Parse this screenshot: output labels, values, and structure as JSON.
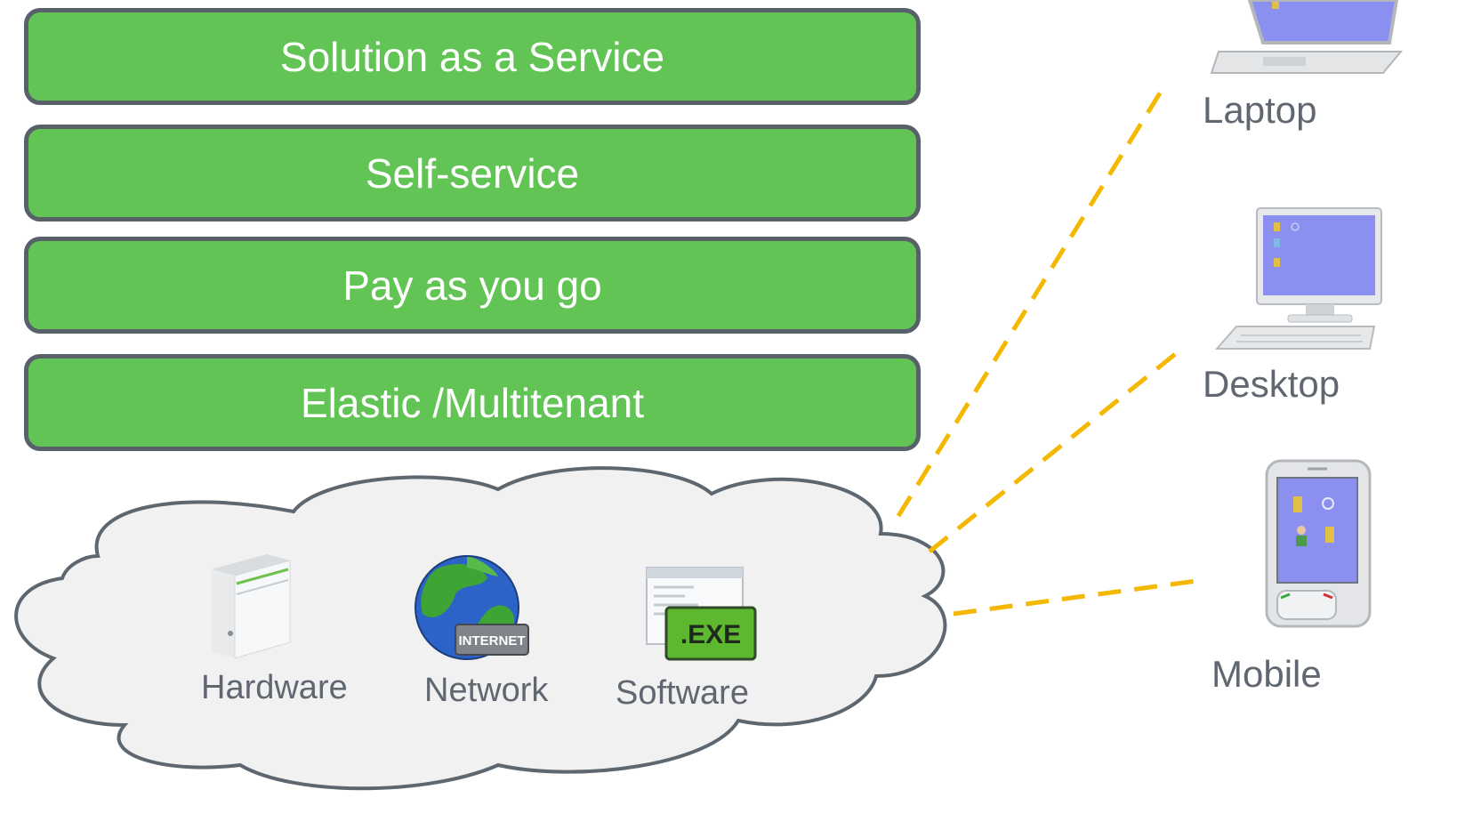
{
  "layers": [
    "Solution as a Service",
    "Self-service",
    "Pay as you go",
    "Elastic /Multitenant"
  ],
  "cloud": {
    "items": [
      "Hardware",
      "Network",
      "Software"
    ],
    "network_badge": "INTERNET",
    "software_badge": ".EXE"
  },
  "devices": [
    "Laptop",
    "Desktop",
    "Mobile"
  ],
  "colors": {
    "layer_fill": "#61c454",
    "layer_border": "#586069",
    "cloud_fill": "#f1f1f1",
    "cloud_stroke": "#5e6770",
    "connector": "#f5b800",
    "label": "#606770",
    "device_screen": "#8a8ff0"
  }
}
